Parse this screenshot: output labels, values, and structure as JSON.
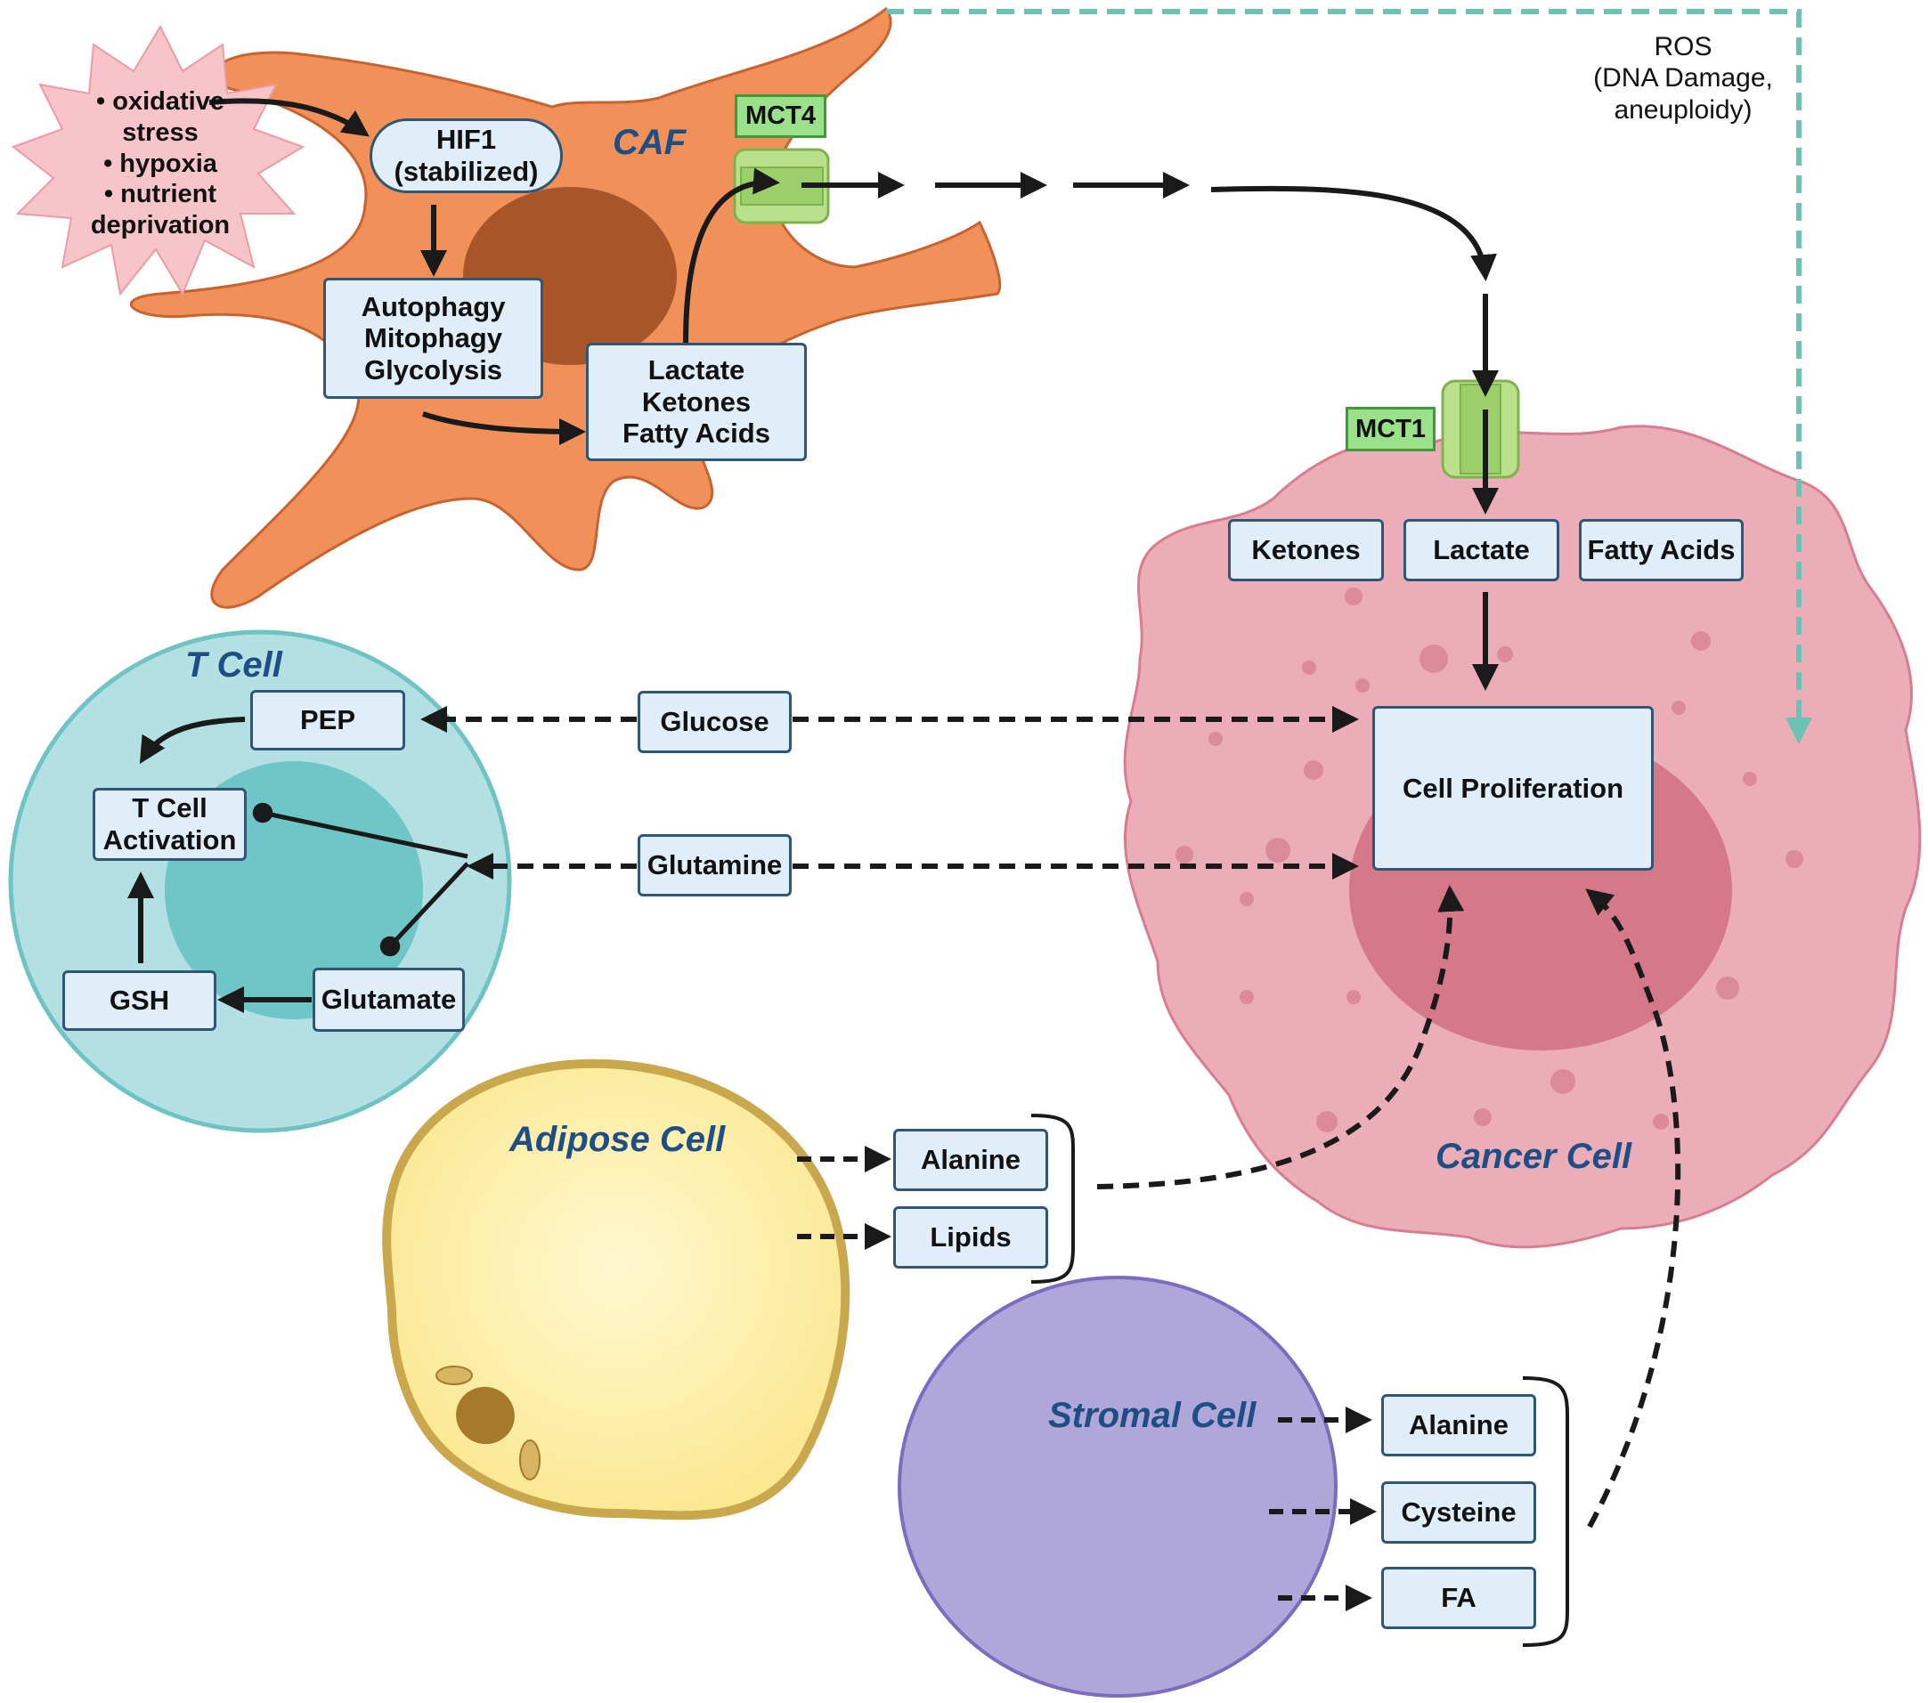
{
  "stress_items": "• oxidative\nstress\n• hypoxia\n• nutrient\ndeprivation",
  "ros_label": "ROS\n(DNA Damage,\naneuploidy)",
  "cells": {
    "caf": "CAF",
    "t_cell": "T Cell",
    "cancer": "Cancer Cell",
    "adipose": "Adipose Cell",
    "stromal": "Stromal Cell"
  },
  "caf_boxes": {
    "hif1": "HIF1\n(stabilized)",
    "autophagy": "Autophagy\nMitophagy\nGlycolysis",
    "metabolites": "Lactate\nKetones\nFatty Acids"
  },
  "transporters": {
    "mct4": "MCT4",
    "mct1": "MCT1"
  },
  "cancer_boxes": {
    "ketones": "Ketones",
    "lactate": "Lactate",
    "fatty_acids": "Fatty Acids",
    "proliferation": "Cell Proliferation"
  },
  "tcell_boxes": {
    "pep": "PEP",
    "activation": "T Cell\nActivation",
    "gsh": "GSH",
    "glutamate": "Glutamate"
  },
  "shared_boxes": {
    "glucose": "Glucose",
    "glutamine": "Glutamine"
  },
  "adipose_boxes": {
    "alanine": "Alanine",
    "lipids": "Lipids"
  },
  "stromal_boxes": {
    "alanine": "Alanine",
    "cysteine": "Cysteine",
    "fa": "FA"
  },
  "colors": {
    "caf_fill": "#f0915a",
    "caf_nucleus": "#a8552a",
    "cancer_fill": "#ebadb8",
    "cancer_nucleus": "#d4788a",
    "tcell_fill": "#b3e0e2",
    "tcell_nucleus": "#6ec6c6",
    "adipose_fill": "#fdf0b5",
    "stromal_fill": "#afa6d9",
    "box_fill": "#dfeef9",
    "ros_arrow": "#6cc3b4"
  }
}
